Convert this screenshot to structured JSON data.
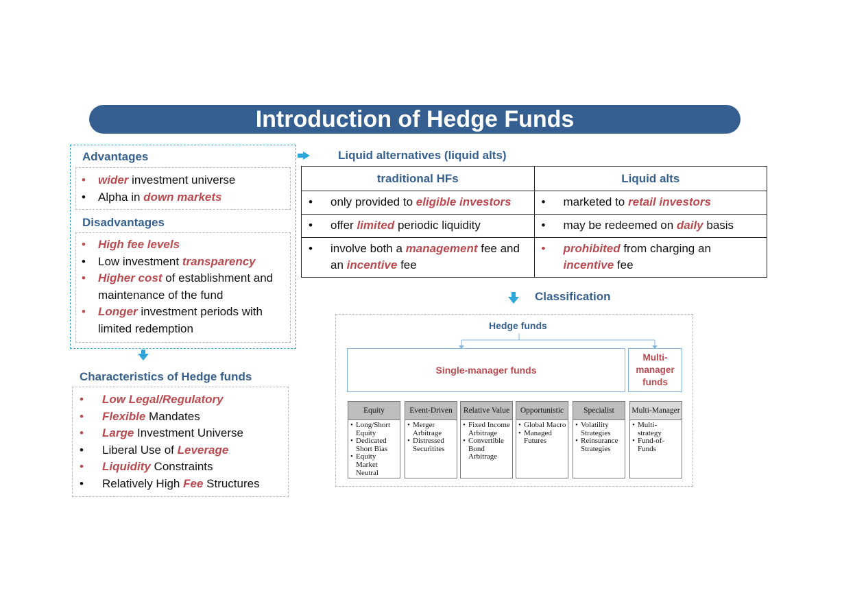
{
  "title": "Introduction of Hedge Funds",
  "advantages": {
    "heading": "Advantages",
    "items": [
      {
        "em": "wider",
        "text": " investment universe"
      },
      {
        "pre": "Alpha in ",
        "em": "down markets"
      }
    ]
  },
  "disadvantages": {
    "heading": "Disadvantages",
    "items": [
      {
        "em": "High fee levels"
      },
      {
        "pre": "Low investment ",
        "em": "transparency"
      },
      {
        "em": "Higher cost",
        "text": " of establishment and maintenance of the fund"
      },
      {
        "em": "Longer",
        "text": " investment periods with limited redemption"
      }
    ]
  },
  "characteristics": {
    "heading": "Characteristics of Hedge funds",
    "items": [
      {
        "em": "Low Legal/Regulatory"
      },
      {
        "em": "Flexible",
        "text": " Mandates"
      },
      {
        "em": "Large",
        "text": " Investment Universe"
      },
      {
        "pre": "Liberal Use of ",
        "em": "Leverage"
      },
      {
        "em": "Liquidity",
        "text": " Constraints"
      },
      {
        "pre": "Relatively High ",
        "em": "Fee",
        "text": " Structures"
      }
    ]
  },
  "liquid_alts": {
    "heading": "Liquid alternatives (liquid alts)",
    "col_left": "traditional HFs",
    "col_right": "Liquid alts",
    "rows": [
      {
        "left": {
          "pre": "only provided to ",
          "em": "eligible investors"
        },
        "right": {
          "pre": "marketed to ",
          "em": "retail investors"
        }
      },
      {
        "left": {
          "pre": "offer ",
          "em": "limited",
          "text": " periodic liquidity"
        },
        "right": {
          "pre": "may be redeemed on ",
          "em": "daily",
          "text": " basis"
        }
      },
      {
        "left": {
          "pre": "involve both a ",
          "em": "management",
          "mid": " fee and an ",
          "em2": "incentive",
          "text": " fee"
        },
        "right": {
          "em": "prohibited",
          "mid": " from charging an ",
          "em2": "incentive",
          "text": " fee"
        }
      }
    ]
  },
  "classification": {
    "heading": "Classification",
    "root": "Hedge funds",
    "single": "Single-manager funds",
    "multi": "Multi-manager funds",
    "categories": [
      {
        "name": "Equity",
        "items": [
          "Long/Short Equity",
          "Dedicated Short Bias",
          "Equity Market Neutral"
        ]
      },
      {
        "name": "Event-Driven",
        "items": [
          "Merger Arbitrage",
          "Distressed Securitites"
        ]
      },
      {
        "name": "Relative Value",
        "items": [
          "Fixed Income Arbitrage",
          "Convertible Bond Arbitrage"
        ]
      },
      {
        "name": "Opportunistic",
        "items": [
          "Global Macro",
          "Managed Futures"
        ]
      },
      {
        "name": "Specialist",
        "items": [
          "Volatility Strategies",
          "Reinsurance Strategies"
        ]
      },
      {
        "name": "Multi-Manager",
        "items": [
          "Multi-strategy",
          "Fund-of-Funds"
        ]
      }
    ]
  },
  "colors": {
    "accent": "#345f90",
    "emphasis": "#b94a4f",
    "arrow": "#2fa6d9"
  }
}
